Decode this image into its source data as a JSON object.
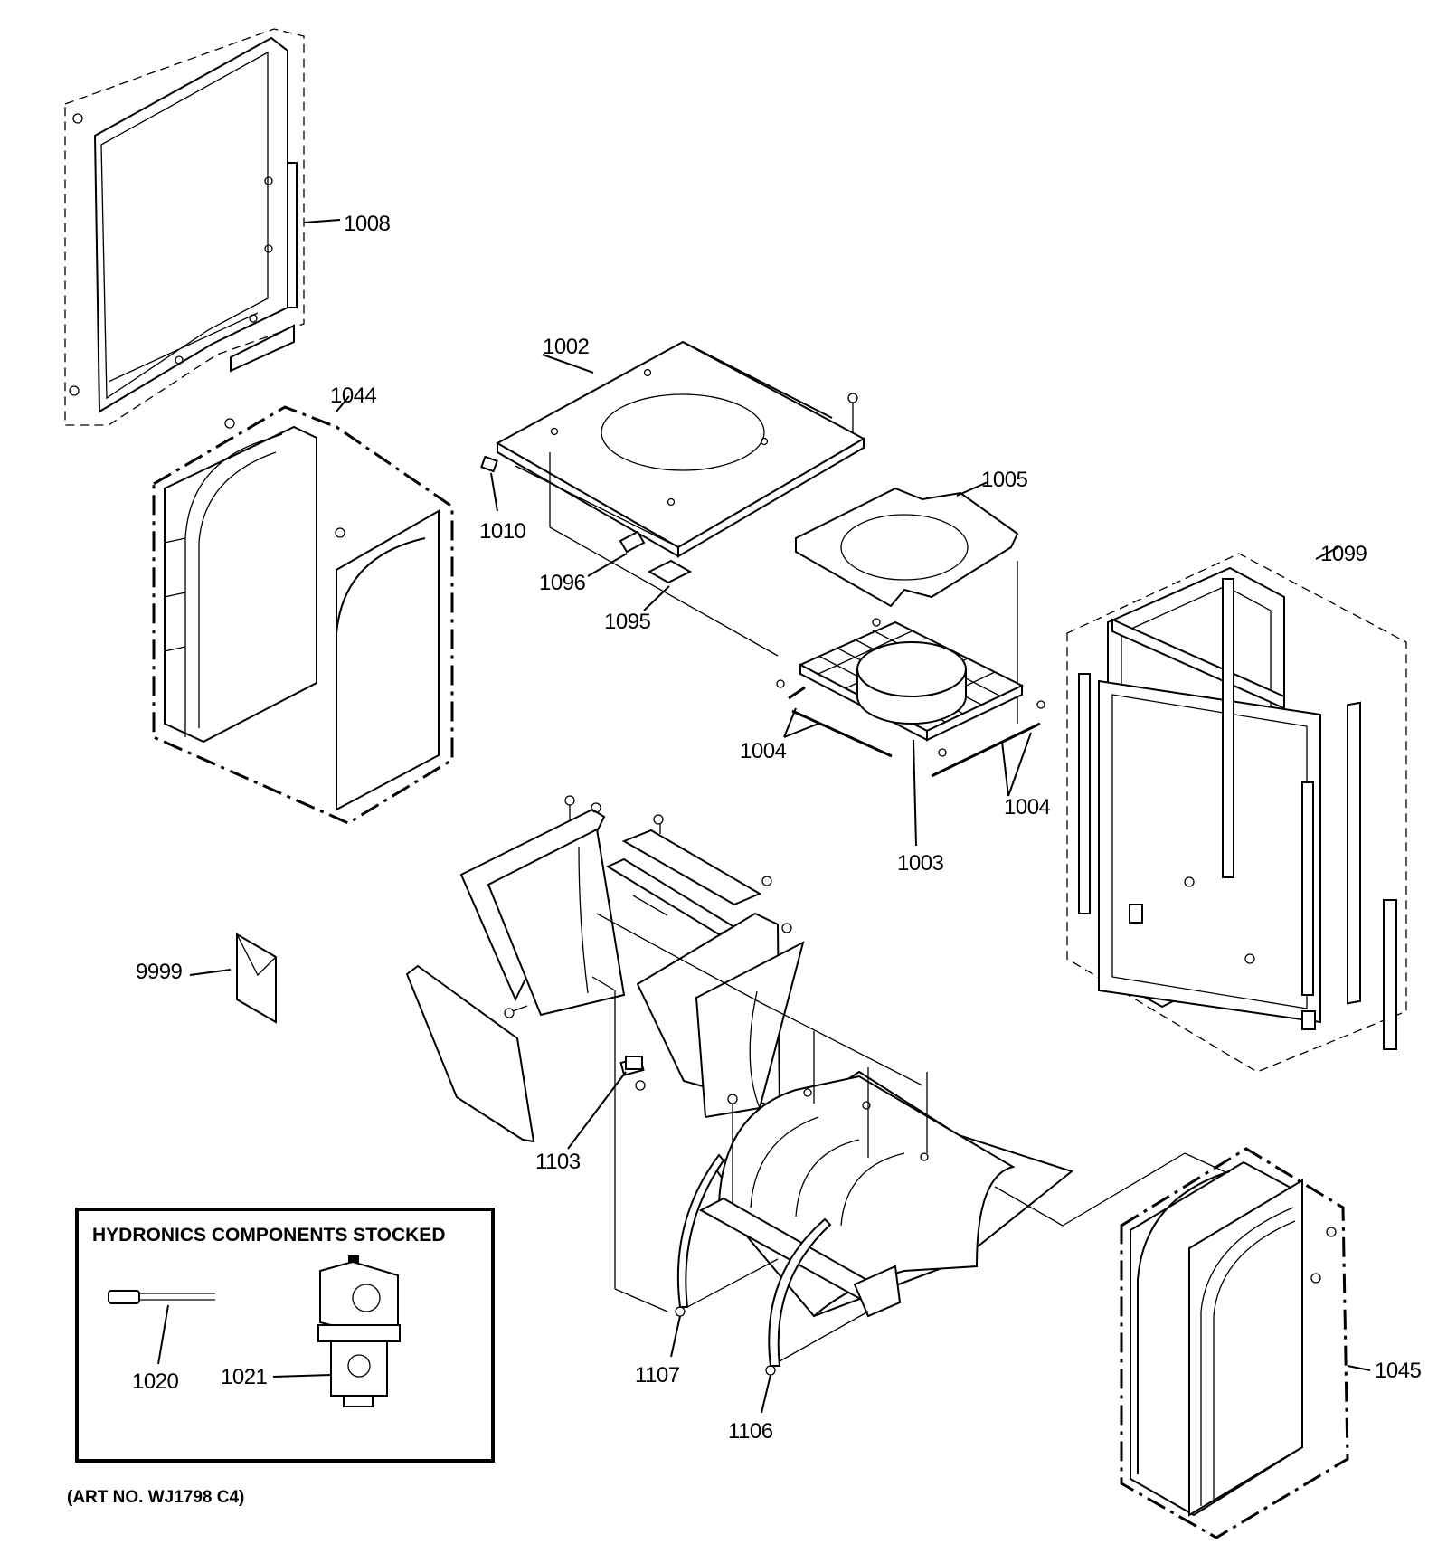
{
  "parts": [
    {
      "id": "1008"
    },
    {
      "id": "1044"
    },
    {
      "id": "1002"
    },
    {
      "id": "1010"
    },
    {
      "id": "1096"
    },
    {
      "id": "1095"
    },
    {
      "id": "1005"
    },
    {
      "id": "1099"
    },
    {
      "id": "1004"
    },
    {
      "id": "1003"
    },
    {
      "id": "9999"
    },
    {
      "id": "1103"
    },
    {
      "id": "1107"
    },
    {
      "id": "1106"
    },
    {
      "id": "1045"
    },
    {
      "id": "1020"
    },
    {
      "id": "1021"
    }
  ],
  "labels": {
    "l1008": "1008",
    "l1044": "1044",
    "l1002": "1002",
    "l1010": "1010",
    "l1096": "1096",
    "l1095": "1095",
    "l1005": "1005",
    "l1099": "1099",
    "l1004a": "1004",
    "l1004b": "1004",
    "l1003": "1003",
    "l9999": "9999",
    "l1103": "1103",
    "l1107": "1107",
    "l1106": "1106",
    "l1045": "1045",
    "l1020": "1020",
    "l1021": "1021"
  },
  "inset": {
    "title": "HYDRONICS COMPONENTS STOCKED"
  },
  "caption": "(ART NO. WJ1798 C4)"
}
